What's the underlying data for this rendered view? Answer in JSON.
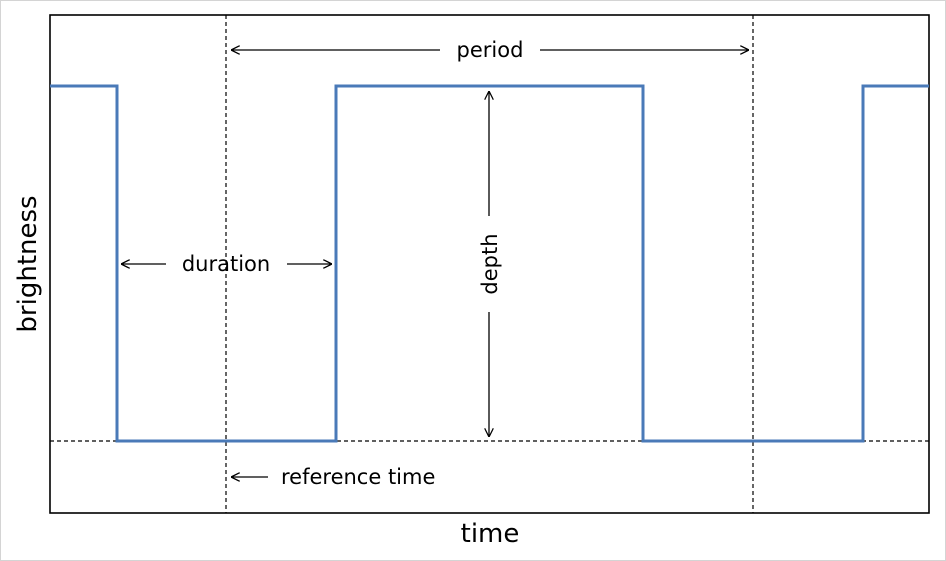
{
  "labels": {
    "xlabel": "time",
    "ylabel": "brightness",
    "period": "period",
    "duration": "duration",
    "depth": "depth",
    "reference_time": "reference time"
  },
  "colors": {
    "signal": "#4a7ab8",
    "ink": "#000000",
    "background": "#ffffff"
  }
}
